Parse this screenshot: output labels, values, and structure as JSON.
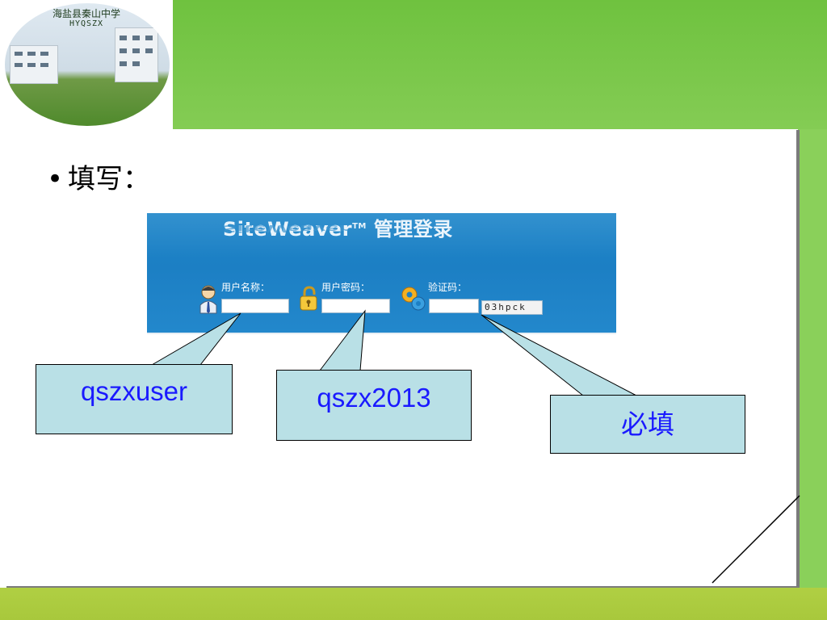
{
  "logo": {
    "title": "海盐县秦山中学",
    "subtitle": "HYQSZX"
  },
  "slide": {
    "bullet_text": "填写："
  },
  "login_panel": {
    "title": "SiteWeaver",
    "trademark": "TM",
    "title_cn": "管理登录",
    "username_label": "用户名称：",
    "password_label": "用户密码：",
    "captcha_label": "验证码：",
    "captcha_code": "03hpck"
  },
  "callouts": {
    "username": "qszxuser",
    "password": "qszx2013",
    "captcha": "必填"
  },
  "colors": {
    "green_bar": "#7cc84a",
    "bottom_bar": "#acc93f",
    "login_blue": "#1c7fc4",
    "callout_fill": "#b9e0e6",
    "callout_text": "#1a1aff"
  },
  "icons": {
    "user": "user-icon",
    "lock": "lock-icon",
    "gear": "gear-icon"
  }
}
